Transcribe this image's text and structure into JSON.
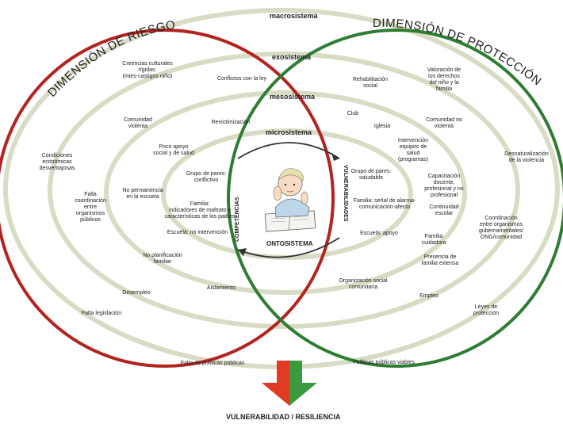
{
  "dimensions": {
    "risk": "DIMENSIÓN DE RIESGO",
    "protection": "DIMENSIÓN DE PROTECCIÓN"
  },
  "levels": {
    "macro": "macrosistema",
    "exo": "exosistema",
    "meso": "mesosistema",
    "micro": "microsistema",
    "onto": "ONTOSISTEMA"
  },
  "side_labels": {
    "left": "COMPETENCIAS",
    "right": "VULNERABILIDADES"
  },
  "risk_factors": {
    "creencias": [
      "Creencias culturales",
      "rígidas:",
      "(mies-castigos niño)"
    ],
    "conflictos_ley": [
      "Conflictos con la ley"
    ],
    "comunidad_violenta": [
      "Comunidad",
      "violenta"
    ],
    "revictimizacion": [
      "Revictimización"
    ],
    "condiciones_economicas": [
      "Condiciones",
      "económicas",
      "desventajosas"
    ],
    "poco_apoyo": [
      "Poco apoyo",
      "social y de salud"
    ],
    "grupo_pares_conflictivo": [
      "Grupo de pares:",
      "conflictivo"
    ],
    "falta_coordinacion": [
      "Falta",
      "coordinación",
      "entre",
      "organismos",
      "públicos"
    ],
    "no_permanencia": [
      "No permanencia",
      "en la escuela"
    ],
    "familia_riesgo": [
      "Familia:",
      "indicadores de maltrato y",
      "características de los padres"
    ],
    "escuela_no_intervencion": [
      "Escuela: no intervención"
    ],
    "no_planificacion": [
      "No planificación",
      "familiar"
    ],
    "desempleo": [
      "Desempleo"
    ],
    "aislamiento": [
      "Aislamiento"
    ],
    "falta_legislacion": [
      "Falta legislación"
    ],
    "falta_politicas": [
      "Falta de políticas públicas"
    ]
  },
  "protective_factors": {
    "rehabilitacion": [
      "Rehabilitación",
      "social"
    ],
    "valoracion": [
      "Valoración de",
      "los derechos",
      "del niño y la",
      "familia"
    ],
    "club": [
      "Club"
    ],
    "iglesia": [
      "Iglesia"
    ],
    "comunidad_no_violenta": [
      "Comunidad no",
      "violenta"
    ],
    "intervencion_equipos": [
      "Intervención",
      "equipos de",
      "salud",
      "(programas)"
    ],
    "desnaturalizacion": [
      "Desnaturalización",
      "de la violencia"
    ],
    "grupo_pares_saludable": [
      "Grupo de pares:",
      "saludable"
    ],
    "capacitacion": [
      "Capacitación",
      "docente,",
      "profesional y no",
      "profesional"
    ],
    "familia_alarma": [
      "Familia: señal de alarma-",
      "comunicación-afecto"
    ],
    "continuidad_escolar": [
      "Continuidad",
      "escolar"
    ],
    "coordinacion": [
      "Coordinación",
      "entre organismos",
      "gubernamentales/",
      "ONG/comunidad"
    ],
    "escuela_apoyo": [
      "Escuela: apoyo"
    ],
    "familia_cuidadora": [
      "Familia",
      "cuidadora"
    ],
    "presencia_familia": [
      "Presencia de",
      "familia extensa"
    ],
    "organizacion_social": [
      "Organización social",
      "comunitaria"
    ],
    "empleo": [
      "Empleo"
    ],
    "leyes": [
      "Leyes de",
      "protección"
    ],
    "politicas_viables": [
      "Políticas públicas viables"
    ]
  },
  "outcome": "VULNERABILIDAD / RESILIENCIA",
  "colors": {
    "risk": "#b3231f",
    "protection": "#2f7d32",
    "rings": "#d9dcc4",
    "arrow_red": "#e23b24",
    "arrow_green": "#3a9a3e"
  }
}
